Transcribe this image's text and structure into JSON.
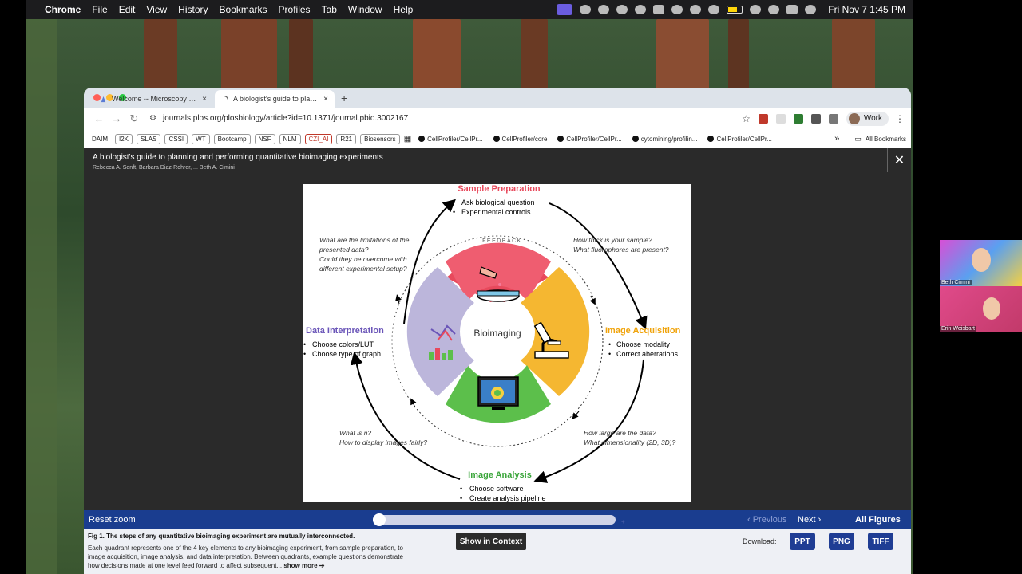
{
  "menubar": {
    "apple_icon": "apple-logo-icon",
    "app_name": "Chrome",
    "menus": [
      "File",
      "Edit",
      "View",
      "History",
      "Bookmarks",
      "Profiles",
      "Tab",
      "Window",
      "Help"
    ],
    "clock": "Fri Nov 7  1:45 PM"
  },
  "browser": {
    "tabs": [
      {
        "title": "Welcome -- Microscopy for B",
        "active": false
      },
      {
        "title": "A biologist's guide to plannin",
        "active": true
      }
    ],
    "new_tab": "+",
    "url": "journals.plos.org/plosbiology/article?id=10.1371/journal.pbio.3002167",
    "profile_label": "Work",
    "bookmarks": {
      "boxed": [
        "DAIM",
        "I2K",
        "SLAS",
        "CSSI",
        "WT",
        "Bootcamp",
        "NSF",
        "NLM",
        "CZI_AI",
        "R21",
        "Biosensors"
      ],
      "github": [
        "CellProfiler/CellPr...",
        "CellProfiler/core",
        "CellProfiler/CellPr...",
        "cytomining/profilin...",
        "CellProfiler/CellPr..."
      ],
      "overflow": "»",
      "all_bookmarks": "All Bookmarks"
    }
  },
  "viewer": {
    "title": "A biologist's guide to planning and performing quantitative bioimaging experiments",
    "authors": "Rebecca A. Senft,  Barbara Diaz-Rohrer,  ... Beth A. Cimini",
    "close": "✕",
    "zoom": {
      "reset": "Reset zoom",
      "level": 0,
      "tail": "+",
      "previous": "‹ Previous",
      "next": "Next ›",
      "all_figures": "All Figures"
    },
    "caption": {
      "title": "Fig 1. The steps of any quantitative bioimaging experiment are mutually interconnected.",
      "body": "Each quadrant represents one of the 4 key elements to any bioimaging experiment, from sample preparation, to image acquisition, image analysis, and data interpretation. Between quadrants, example questions demonstrate how decisions made at one level feed forward to affect subsequent...",
      "show_more": " show more ➔",
      "show_in_context": "Show in Context",
      "download_label": "Download:",
      "downloads": [
        "PPT",
        "PNG",
        "TIFF"
      ]
    }
  },
  "figure": {
    "center": "Bioimaging",
    "feedback": "FEEDBACK",
    "sections": {
      "sample_prep": {
        "title": "Sample Preparation",
        "items": [
          "Ask biological question",
          "Experimental controls"
        ],
        "color": "#e8495c"
      },
      "acquisition": {
        "title": "Image Acquisition",
        "items": [
          "Choose modality",
          "Correct aberrations"
        ],
        "color": "#f0a30a"
      },
      "analysis": {
        "title": "Image Analysis",
        "items": [
          "Choose software",
          "Create analysis pipeline"
        ],
        "color": "#3aa53a"
      },
      "interpretation": {
        "title": "Data Interpretation",
        "items": [
          "Choose colors/LUT",
          "Choose type of graph"
        ],
        "color": "#6a55b8"
      }
    },
    "questions": {
      "top_left": [
        "What are the limitations of the",
        "presented data?",
        "Could they be overcome with",
        "different experimental setup?"
      ],
      "top_right": [
        "How thick is your sample?",
        "What fluorophores are present?"
      ],
      "bottom_left": [
        "What is n?",
        "How to display images fairly?"
      ],
      "bottom_right": [
        "How large are the data?",
        "What dimensionality (2D, 3D)?"
      ]
    },
    "bullet": "•"
  },
  "call": {
    "participants": [
      "Beth Cimini",
      "Erin Weisbart"
    ]
  },
  "colors": {
    "zoom_bar": "#1a3d8f",
    "download_button": "#1f3d94",
    "caption_bg": "#eef0f5"
  }
}
